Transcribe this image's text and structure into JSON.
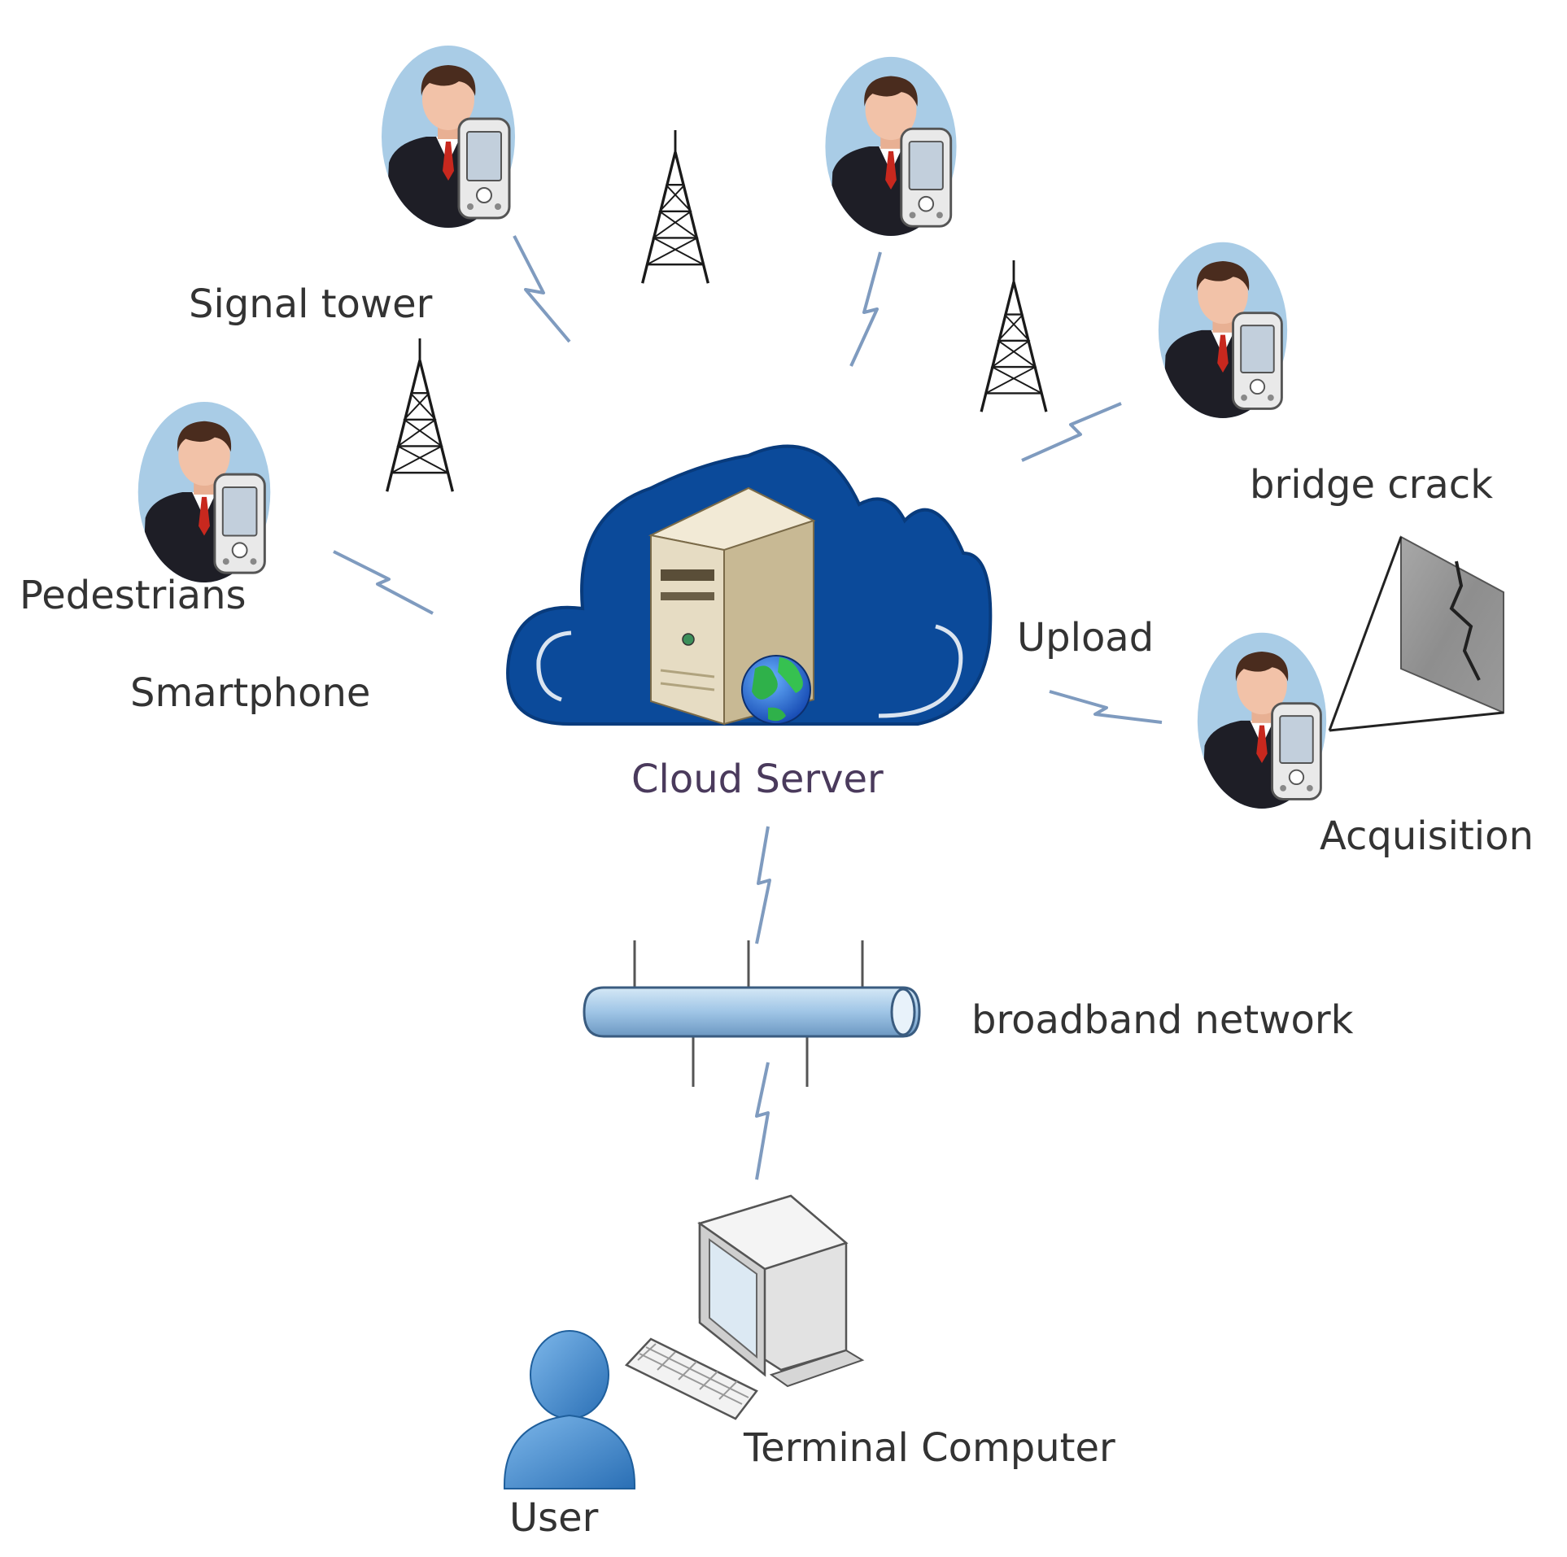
{
  "labels": {
    "signal_tower": "Signal tower",
    "pedestrians": "Pedestrians",
    "smartphone": "Smartphone",
    "cloud_server": "Cloud Server",
    "bridge_crack": "bridge crack",
    "upload": "Upload",
    "acquisition": "Acquisition",
    "broadband_network": "broadband network",
    "terminal_computer": "Terminal Computer",
    "user": "User"
  },
  "colors": {
    "cloud": "#0b4a9a",
    "cloud_edge": "#083b7d",
    "avatar_bg": "#a9cce6",
    "suit": "#1e1e26",
    "skin": "#f2c2a8",
    "hair": "#4a2c1e",
    "tie": "#c8281e",
    "phone_body": "#e9e9e9",
    "phone_screen": "#c2cfdc",
    "server_body": "#e6dcc3",
    "server_side": "#c8b994",
    "lightning": "#7f9bbf",
    "pipe": "#9fc5e6",
    "pipe_edge": "#3a5c80",
    "user_blue": "#3a86cf",
    "monitor": "#eeeeee",
    "tower": "#1a1a1a",
    "label_text": "#333333"
  },
  "icons": [
    "pedestrian-with-smartphone-icon",
    "signal-tower-icon",
    "lightning-link-icon",
    "cloud-icon",
    "server-tower-icon",
    "globe-icon",
    "bridge-crack-photo",
    "network-pipe-icon",
    "desktop-computer-icon",
    "keyboard-icon",
    "user-icon"
  ]
}
